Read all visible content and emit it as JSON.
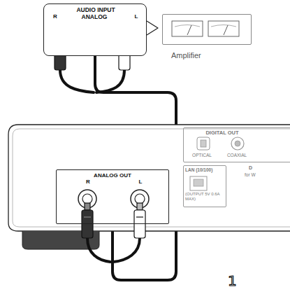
{
  "diagram": {
    "nodes": [
      {
        "text": [
          "AUDIO INPUT",
          "R",
          "ANALOG",
          "L"
        ]
      },
      {
        "text": [
          "Amplifier"
        ]
      },
      {
        "text": [
          "ANALOG OUT",
          "R",
          "L"
        ]
      },
      {
        "text": [
          "DIGITAL OUT",
          "OPTICAL",
          "COAXIAL"
        ]
      },
      {
        "text": [
          "LAN (10/100)",
          "(OUTPUT 5V 0.6A MAX)"
        ]
      }
    ],
    "edges": [
      {
        "from": 2,
        "to": 0,
        "arrow": "none"
      }
    ],
    "labels": [
      "1",
      "D",
      "for W"
    ]
  }
}
